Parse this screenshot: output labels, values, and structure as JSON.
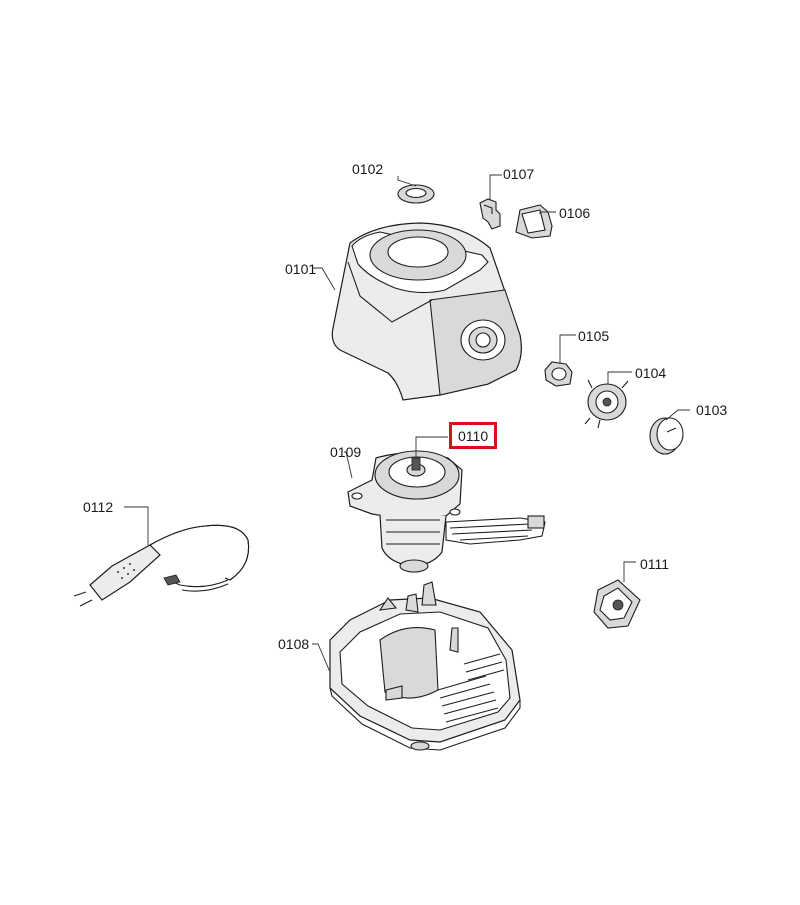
{
  "labels": {
    "p0101": "0101",
    "p0102": "0102",
    "p0103": "0103",
    "p0104": "0104",
    "p0105": "0105",
    "p0106": "0106",
    "p0107": "0107",
    "p0108": "0108",
    "p0109": "0109",
    "p0110": "0110",
    "p0111": "0111",
    "p0112": "0112"
  },
  "highlight": {
    "part": "0110",
    "color": "#d3121c"
  }
}
